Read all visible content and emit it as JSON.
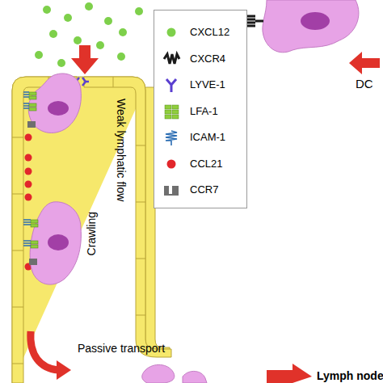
{
  "diagram": {
    "labels": [
      "DC",
      "Weak lymphatic flow",
      "Crawling",
      "Passive transport",
      "Lymph node"
    ],
    "legend": [
      {
        "text": "CXCL12",
        "color": "#7ed04b"
      },
      {
        "text": "CXCR4",
        "color": "#1a1a1a"
      },
      {
        "text": "LYVE-1",
        "color": "#5a3fd0"
      },
      {
        "text": "LFA-1",
        "color": "#8fce3c"
      },
      {
        "text": "ICAM-1",
        "color": "#2b6db3"
      },
      {
        "text": "CCL21",
        "color": "#e2262b"
      },
      {
        "text": "CCR7",
        "color": "#6f6f6f"
      }
    ]
  }
}
